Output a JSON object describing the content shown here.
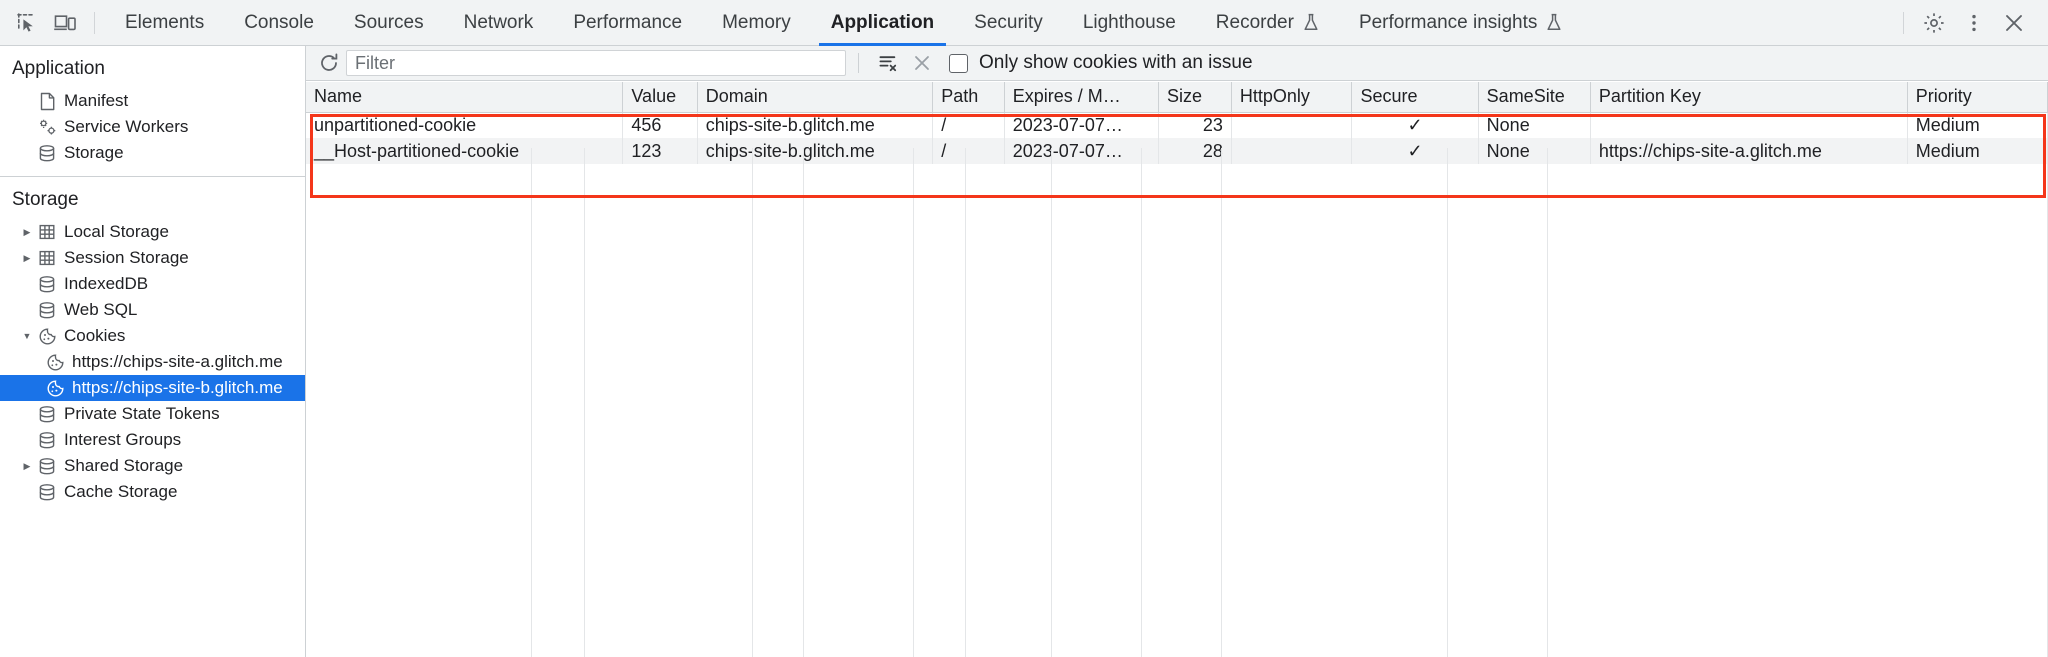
{
  "devtools": {
    "toolbar": {
      "inspect_icon": "inspect-element-icon",
      "device_toolbar_icon": "device-toggle-icon",
      "tabs": [
        {
          "label": "Elements",
          "active": false,
          "flask": false
        },
        {
          "label": "Console",
          "active": false,
          "flask": false
        },
        {
          "label": "Sources",
          "active": false,
          "flask": false
        },
        {
          "label": "Network",
          "active": false,
          "flask": false
        },
        {
          "label": "Performance",
          "active": false,
          "flask": false
        },
        {
          "label": "Memory",
          "active": false,
          "flask": false
        },
        {
          "label": "Application",
          "active": true,
          "flask": false
        },
        {
          "label": "Security",
          "active": false,
          "flask": false
        },
        {
          "label": "Lighthouse",
          "active": false,
          "flask": false
        },
        {
          "label": "Recorder",
          "active": false,
          "flask": true
        },
        {
          "label": "Performance insights",
          "active": false,
          "flask": true
        }
      ],
      "settings_icon": "gear-icon",
      "more_icon": "more-vertical-icon",
      "close_icon": "close-icon",
      "accent_color": "#1a73e8"
    }
  },
  "sidebar": {
    "application": {
      "title": "Application",
      "items": [
        {
          "label": "Manifest",
          "icon": "document-icon",
          "twisty": ""
        },
        {
          "label": "Service Workers",
          "icon": "gear-cluster-icon",
          "twisty": ""
        },
        {
          "label": "Storage",
          "icon": "database-icon",
          "twisty": ""
        }
      ]
    },
    "storage": {
      "title": "Storage",
      "items": [
        {
          "label": "Local Storage",
          "icon": "table-icon",
          "twisty": "collapsed",
          "indent": 0,
          "selected": false
        },
        {
          "label": "Session Storage",
          "icon": "table-icon",
          "twisty": "collapsed",
          "indent": 0,
          "selected": false
        },
        {
          "label": "IndexedDB",
          "icon": "database-icon",
          "twisty": "",
          "indent": 0,
          "selected": false
        },
        {
          "label": "Web SQL",
          "icon": "database-icon",
          "twisty": "",
          "indent": 0,
          "selected": false
        },
        {
          "label": "Cookies",
          "icon": "cookie-icon",
          "twisty": "expanded",
          "indent": 0,
          "selected": false
        },
        {
          "label": "https://chips-site-a.glitch.me",
          "icon": "cookie-icon",
          "twisty": "",
          "indent": 1,
          "selected": false
        },
        {
          "label": "https://chips-site-b.glitch.me",
          "icon": "cookie-icon",
          "twisty": "",
          "indent": 1,
          "selected": true
        },
        {
          "label": "Private State Tokens",
          "icon": "database-icon",
          "twisty": "",
          "indent": 0,
          "selected": false
        },
        {
          "label": "Interest Groups",
          "icon": "database-icon",
          "twisty": "",
          "indent": 0,
          "selected": false
        },
        {
          "label": "Shared Storage",
          "icon": "database-icon",
          "twisty": "collapsed",
          "indent": 0,
          "selected": false
        },
        {
          "label": "Cache Storage",
          "icon": "database-icon",
          "twisty": "",
          "indent": 0,
          "selected": false
        }
      ],
      "selected_color": "#1a73e8"
    }
  },
  "filter_bar": {
    "refresh_icon": "refresh-icon",
    "filter_placeholder": "Filter",
    "filter_value": "",
    "clear_filtered_icon": "clear-filtered-icon",
    "clear_icon": "clear-x-icon",
    "issue_checkbox_label": "Only show cookies with an issue",
    "issue_checkbox_checked": false
  },
  "cookie_table": {
    "columns": [
      "Name",
      "Value",
      "Domain",
      "Path",
      "Expires / M…",
      "Size",
      "HttpOnly",
      "Secure",
      "SameSite",
      "Partition Key",
      "Priority"
    ],
    "rows": [
      {
        "Name": "unpartitioned-cookie",
        "Value": "456",
        "Domain": "chips-site-b.glitch.me",
        "Path": "/",
        "Expires / M…": "2023-07-07…",
        "Size": "23",
        "HttpOnly": "",
        "Secure": "✓",
        "SameSite": "None",
        "Partition Key": "",
        "Priority": "Medium"
      },
      {
        "Name": "__Host-partitioned-cookie",
        "Value": "123",
        "Domain": "chips-site-b.glitch.me",
        "Path": "/",
        "Expires / M…": "2023-07-07…",
        "Size": "28",
        "HttpOnly": "",
        "Secure": "✓",
        "SameSite": "None",
        "Partition Key": "https://chips-site-a.glitch.me",
        "Priority": "Medium"
      }
    ],
    "highlight_color": "#f4361a"
  }
}
